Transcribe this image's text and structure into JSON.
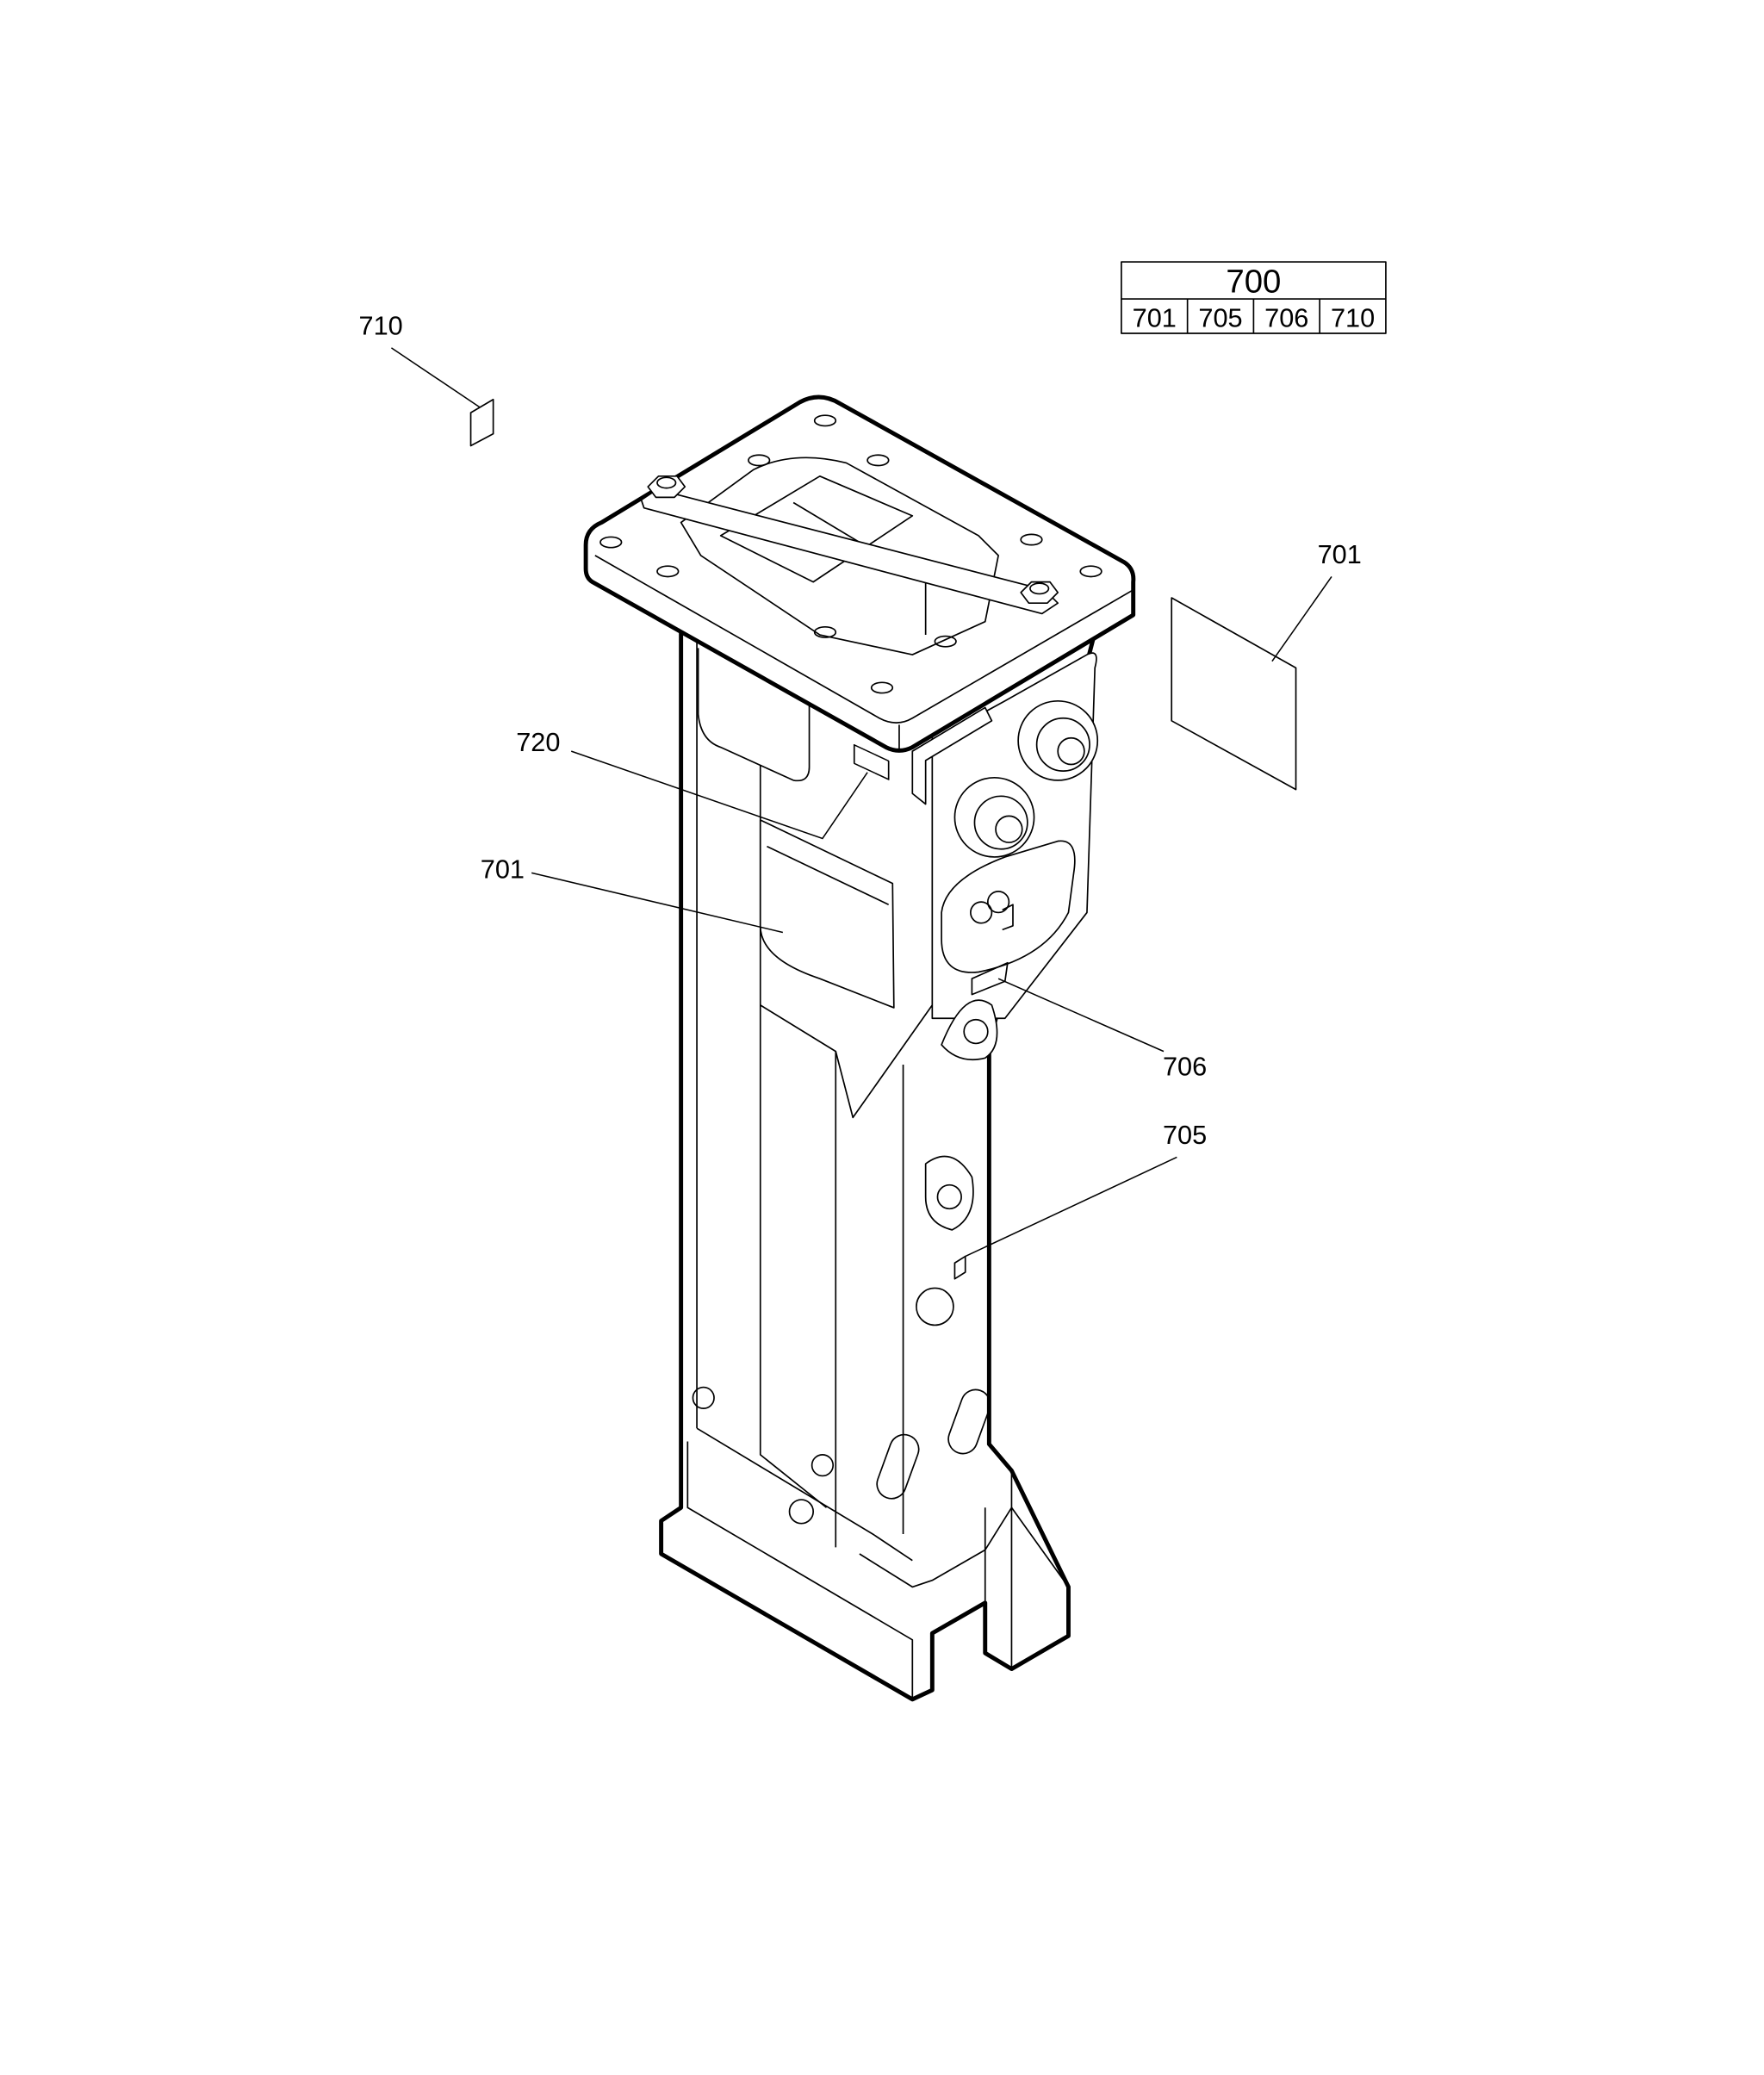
{
  "diagram": {
    "assembly_table": {
      "title": "700",
      "items": [
        "701",
        "705",
        "706",
        "710"
      ]
    },
    "callouts": [
      {
        "id": "callout-710",
        "label": "710"
      },
      {
        "id": "callout-701-right",
        "label": "701"
      },
      {
        "id": "callout-720",
        "label": "720"
      },
      {
        "id": "callout-701-left",
        "label": "701"
      },
      {
        "id": "callout-706",
        "label": "706"
      },
      {
        "id": "callout-705",
        "label": "705"
      }
    ]
  }
}
